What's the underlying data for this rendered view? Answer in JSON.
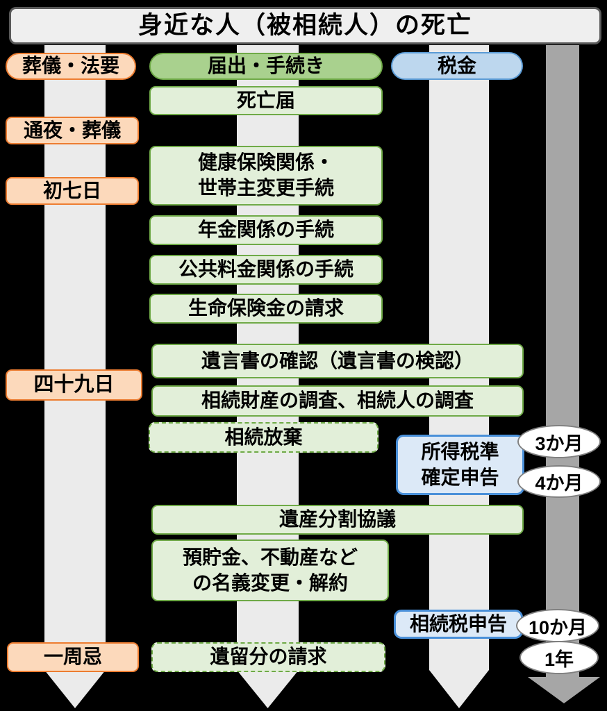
{
  "title": "身近な人（被相続人）の死亡",
  "headers": {
    "funeral": "葬儀・法要",
    "procedures": "届出・手続き",
    "tax": "税金"
  },
  "funeral_items": [
    "通夜・葬儀",
    "初七日",
    "四十九日",
    "一周忌"
  ],
  "procedure_items": [
    "死亡届",
    "健康保険関係・\n世帯主変更手続",
    "年金関係の手続",
    "公共料金関係の手続",
    "生命保険金の請求",
    "遺言書の確認（遺言書の検認）",
    "相続財産の調査、相続人の調査",
    "相続放棄",
    "遺産分割協議",
    "預貯金、不動産など\nの名義変更・解約",
    "遺留分の請求"
  ],
  "tax_items": [
    "所得税準\n確定申告",
    "相続税申告"
  ],
  "timeline_labels": [
    "3か月",
    "4か月",
    "10か月",
    "1年"
  ],
  "colors": {
    "orange_fill": "#fcd9bb",
    "orange_border": "#ed7d31",
    "green_header_fill": "#a9d18e",
    "green_border": "#6faa47",
    "green_fill": "#e2efd9",
    "blue_header_fill": "#bdd7ee",
    "blue_header_border": "#5b9bd5",
    "blue_fill": "#dce9f7",
    "blue_border": "#4a90d9",
    "band_light": "#ebebeb",
    "band_dark": "#a6a6a6",
    "title_fill": "#efefef",
    "title_border": "#595959",
    "oval_fill": "#ffffff",
    "oval_border": "#808080"
  }
}
